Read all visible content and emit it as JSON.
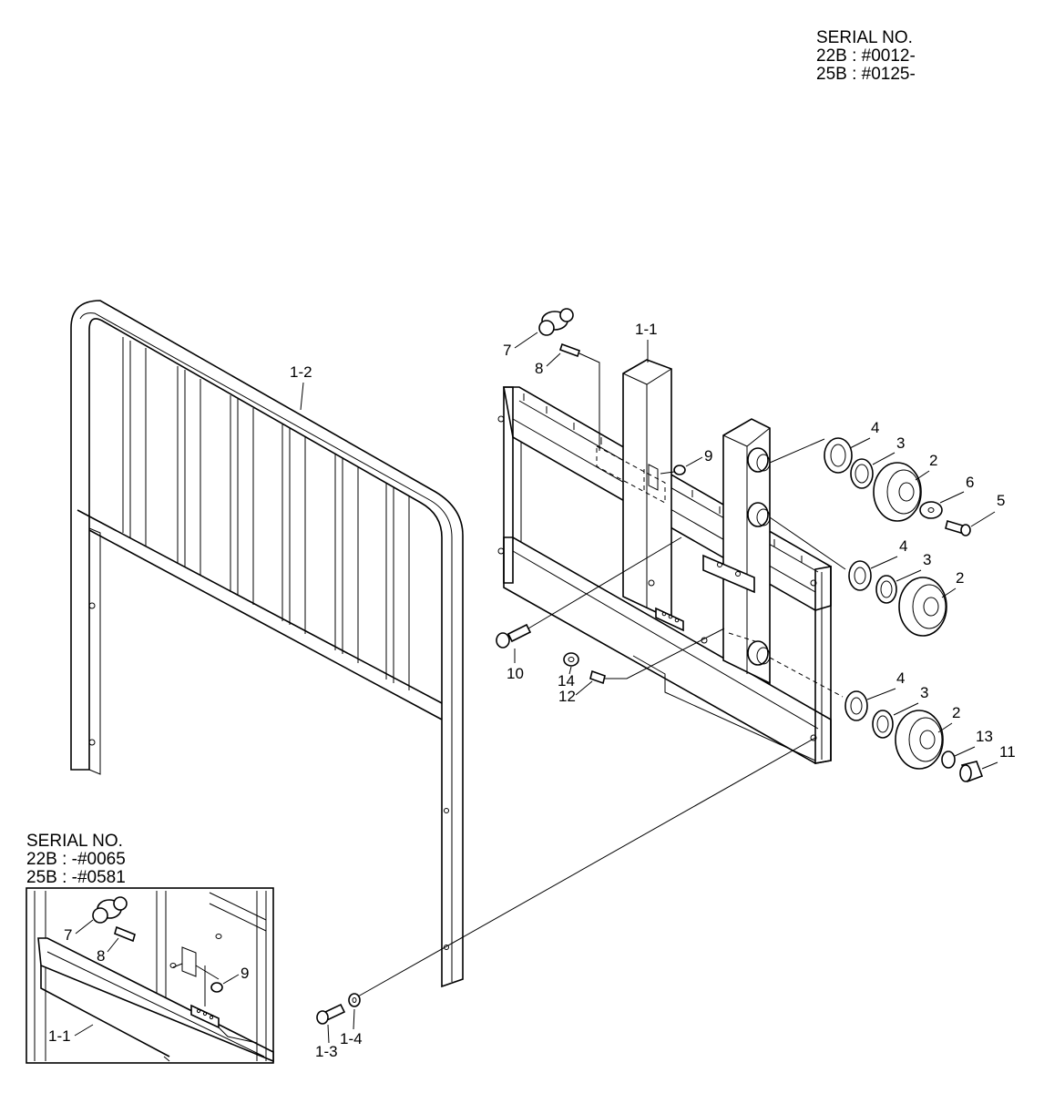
{
  "serial_top": {
    "heading": "SERIAL NO.",
    "line1": "22B : #0012-",
    "line2": "25B : #0125-"
  },
  "serial_inset": {
    "heading": "SERIAL NO.",
    "line1": "22B : -#0065",
    "line2": "25B : -#0581"
  },
  "labels": {
    "guard": "1-2",
    "frame": "1-1",
    "p7": "7",
    "p8": "8",
    "p9": "9",
    "p4a": "4",
    "p3a": "3",
    "p2a": "2",
    "p6": "6",
    "p5": "5",
    "p4b": "4",
    "p3b": "3",
    "p2b": "2",
    "p10": "10",
    "p14": "14",
    "p12": "12",
    "p4c": "4",
    "p3c": "3",
    "p2c": "2",
    "p13": "13",
    "p11": "11",
    "bolt": "1-3",
    "washer": "1-4",
    "inset7": "7",
    "inset8": "8",
    "inset9": "9",
    "inset_frame": "1-1"
  }
}
